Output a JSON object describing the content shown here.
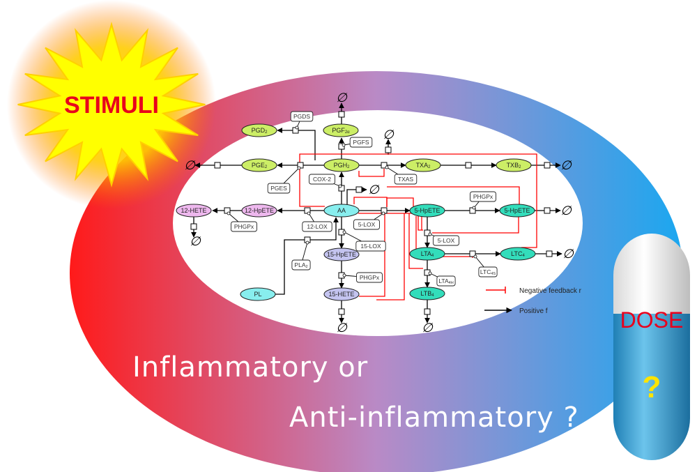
{
  "stimuli_label": "STIMULI",
  "dose_label": "DOSE",
  "dose_question": "?",
  "caption_line1": "Inflammatory  or",
  "caption_line2": "Anti-inflammatory  ?",
  "colors": {
    "ring_left": "#ff1a1a",
    "ring_mid": "#b98ac6",
    "ring_right": "#1aa7f0",
    "star": "#ffff00",
    "star_text": "#e8001c",
    "dose_text": "#e8001c",
    "pill_blue": "#3aa3d8",
    "question": "#ffe400",
    "negative": "#ff0000",
    "positive": "#000000"
  },
  "pathway": {
    "nodes": [
      {
        "id": "PGD2",
        "label": "PGD",
        "sub": "2",
        "color": "#ccee66"
      },
      {
        "id": "PGF2a",
        "label": "PGF",
        "sub": "2α",
        "color": "#ccee66"
      },
      {
        "id": "PGE2",
        "label": "PGE",
        "sub": "2",
        "color": "#ccee66"
      },
      {
        "id": "PGH2",
        "label": "PGH",
        "sub": "2",
        "color": "#ccee66"
      },
      {
        "id": "TXA2",
        "label": "TXA",
        "sub": "2",
        "color": "#ccee66"
      },
      {
        "id": "TXB2",
        "label": "TXB",
        "sub": "2",
        "color": "#ccee66"
      },
      {
        "id": "AA",
        "label": "AA",
        "sub": "",
        "color": "#88eeee"
      },
      {
        "id": "12HpETE",
        "label": "12-HpETE",
        "sub": "",
        "color": "#eeb8ee"
      },
      {
        "id": "12HETE",
        "label": "12-HETE",
        "sub": "",
        "color": "#eeb8ee"
      },
      {
        "id": "5HpETE_a",
        "label": "5-HpETE",
        "sub": "",
        "color": "#33ddbb"
      },
      {
        "id": "5HpETE_b",
        "label": "5-HpETE",
        "sub": "",
        "color": "#33ddbb"
      },
      {
        "id": "LTA4",
        "label": "LTA",
        "sub": "4",
        "color": "#33ddbb"
      },
      {
        "id": "LTC4",
        "label": "LTC",
        "sub": "4",
        "color": "#33ddbb"
      },
      {
        "id": "LTB4",
        "label": "LTB",
        "sub": "4",
        "color": "#33ddbb"
      },
      {
        "id": "15HpETE",
        "label": "15-HpETE",
        "sub": "",
        "color": "#c4c4f0"
      },
      {
        "id": "15HETE",
        "label": "15-HETE",
        "sub": "",
        "color": "#c4c4f0"
      },
      {
        "id": "PL",
        "label": "PL",
        "sub": "",
        "color": "#88eeee"
      }
    ],
    "enzymes": [
      {
        "label": "PGDS",
        "sub": ""
      },
      {
        "label": "PGFS",
        "sub": ""
      },
      {
        "label": "PGES",
        "sub": ""
      },
      {
        "label": "COX-2",
        "sub": ""
      },
      {
        "label": "TXAS",
        "sub": ""
      },
      {
        "label": "12-LOX",
        "sub": ""
      },
      {
        "label": "PHGPx",
        "sub": ""
      },
      {
        "label": "5-LOX",
        "sub": ""
      },
      {
        "label": "15-LOX",
        "sub": ""
      },
      {
        "label": "PLA",
        "sub": "2"
      },
      {
        "label": "PHGPx",
        "sub": ""
      },
      {
        "label": "PHGPx",
        "sub": ""
      },
      {
        "label": "5-LOX",
        "sub": ""
      },
      {
        "label": "LTC",
        "sub": "4S"
      },
      {
        "label": "LTA",
        "sub": "4H"
      }
    ],
    "sink_symbol": "∅",
    "legend": [
      {
        "label": "Negative feedback r",
        "type": "negative"
      },
      {
        "label": "Positive f",
        "type": "positive"
      }
    ]
  }
}
